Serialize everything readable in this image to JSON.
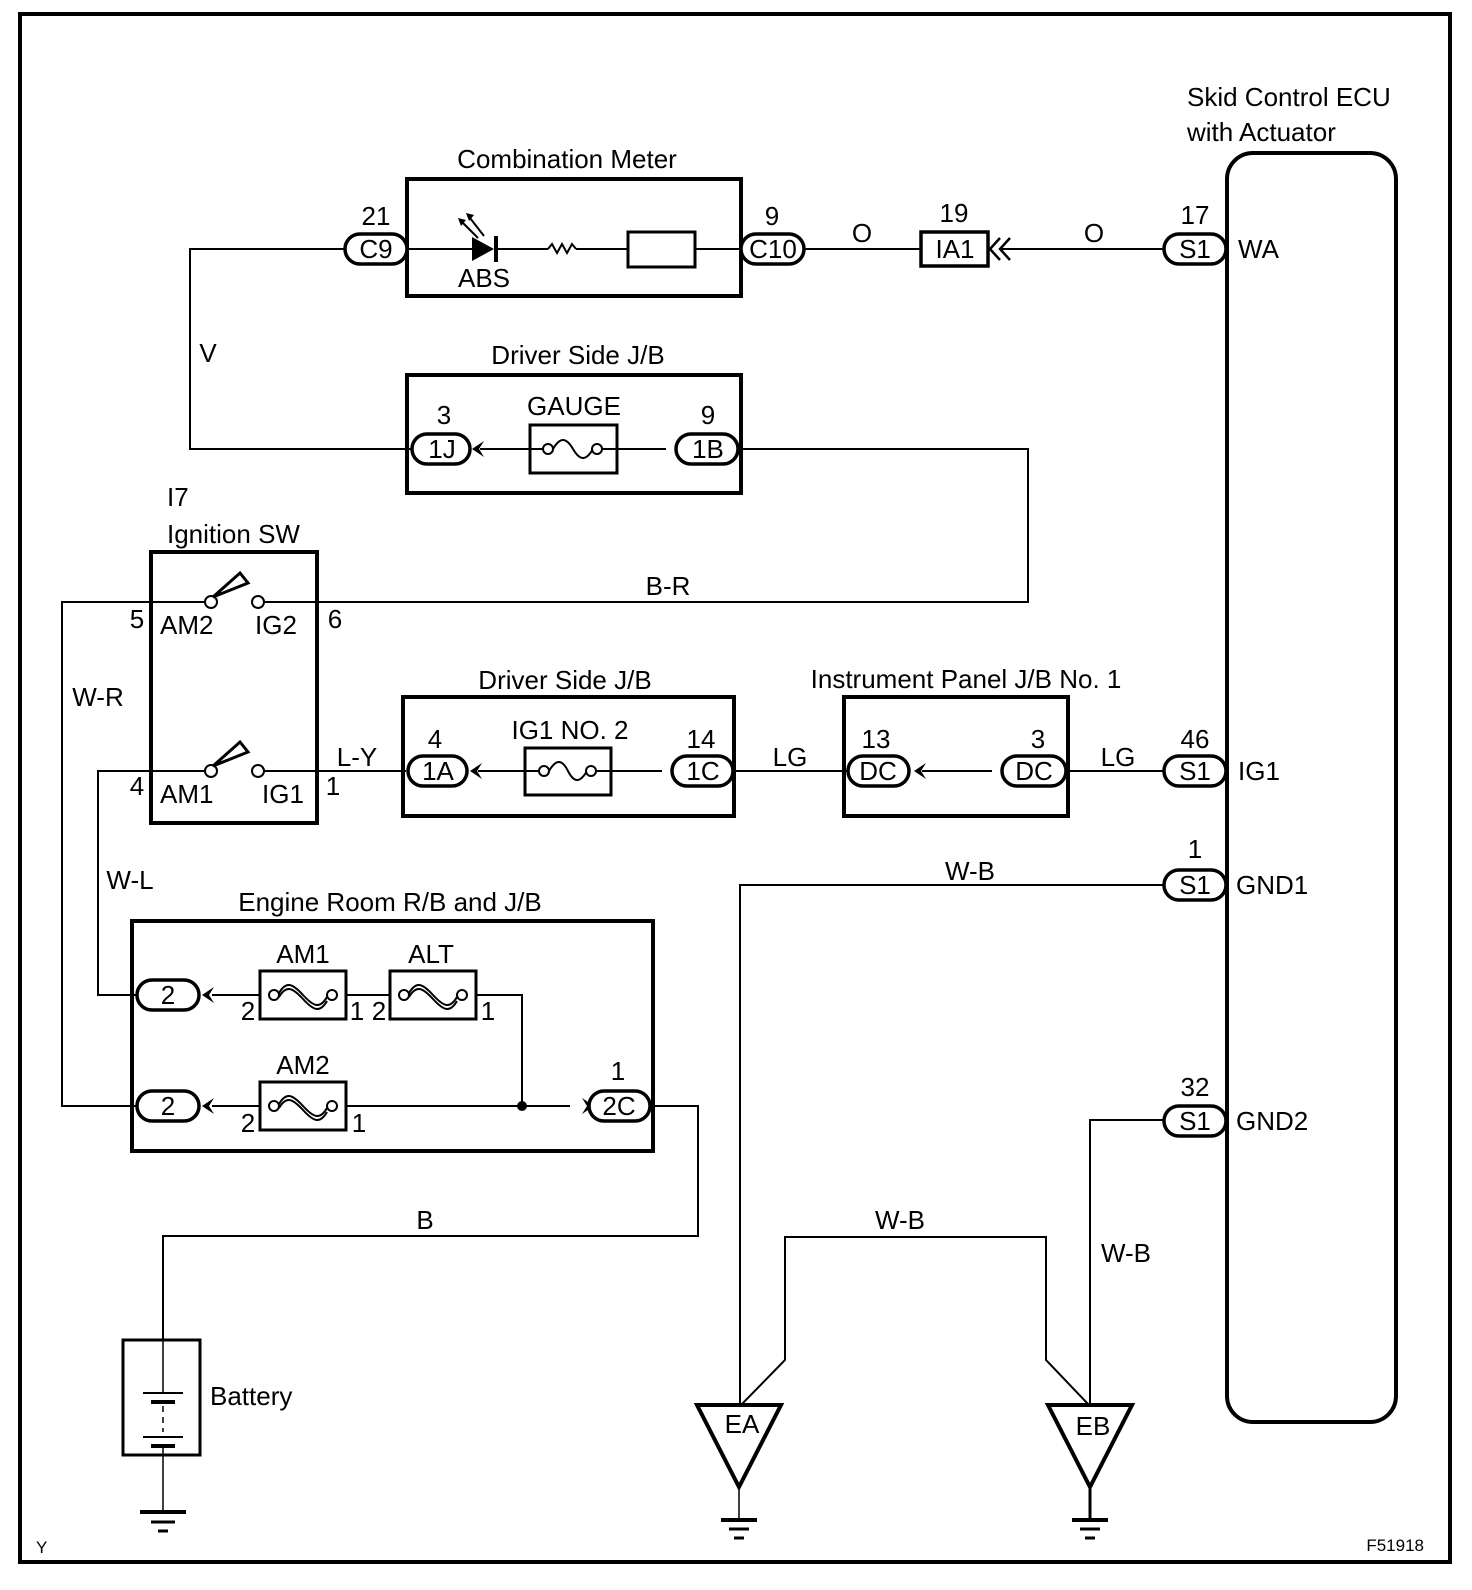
{
  "diagram": {
    "figure_id": "F51918",
    "corner_mark": "Y",
    "components": {
      "combination_meter": {
        "title": "Combination Meter",
        "indicator_label": "ABS",
        "left_connector": {
          "pin": "21",
          "code": "C9"
        },
        "right_connector": {
          "pin": "9",
          "code": "C10"
        }
      },
      "ia1_connector": {
        "pin": "19",
        "code": "IA1"
      },
      "ecu": {
        "title_line1": "Skid Control ECU",
        "title_line2": "with Actuator",
        "terminals": [
          {
            "pin": "17",
            "code": "S1",
            "name": "WA"
          },
          {
            "pin": "46",
            "code": "S1",
            "name": "IG1"
          },
          {
            "pin": "1",
            "code": "S1",
            "name": "GND1"
          },
          {
            "pin": "32",
            "code": "S1",
            "name": "GND2"
          }
        ]
      },
      "driver_jb_gauge": {
        "title": "Driver Side J/B",
        "fuse": "GAUGE",
        "left_connector": {
          "pin": "3",
          "code": "1J"
        },
        "right_connector": {
          "pin": "9",
          "code": "1B"
        }
      },
      "ignition_switch": {
        "id": "I7",
        "title": "Ignition SW",
        "pins": {
          "am2": "5",
          "ig2": "6",
          "am1": "4",
          "ig1": "1"
        },
        "labels": {
          "am2": "AM2",
          "ig2": "IG2",
          "am1": "AM1",
          "ig1": "IG1"
        }
      },
      "driver_jb_ig1": {
        "title": "Driver Side J/B",
        "fuse": "IG1 NO. 2",
        "left_connector": {
          "pin": "4",
          "code": "1A"
        },
        "right_connector": {
          "pin": "14",
          "code": "1C"
        }
      },
      "instrument_panel_jb": {
        "title": "Instrument Panel J/B No. 1",
        "left_connector": {
          "pin": "13",
          "code": "DC"
        },
        "right_connector": {
          "pin": "3",
          "code": "DC"
        }
      },
      "engine_room_rb": {
        "title": "Engine Room R/B and J/B",
        "fuses": [
          {
            "name": "AM1",
            "pin_left": "2",
            "pin_right": "1"
          },
          {
            "name": "ALT",
            "pin_left": "2",
            "pin_right": "1"
          },
          {
            "name": "AM2",
            "pin_left": "2",
            "pin_right": "1"
          }
        ],
        "connector_top": {
          "code": "2"
        },
        "connector_bottom": {
          "code": "2"
        },
        "connector_right": {
          "pin": "1",
          "code": "2C"
        }
      },
      "battery": {
        "label": "Battery"
      },
      "grounds": [
        {
          "label": "EA"
        },
        {
          "label": "EB"
        }
      ]
    },
    "wire_colors": {
      "c9_to_1j": "V",
      "c10_to_ia1": "O",
      "ia1_to_wa": "O",
      "b_r": "B-R",
      "w_r": "W-R",
      "l_y": "L-Y",
      "lg1": "LG",
      "lg2": "LG",
      "w_l": "W-L",
      "gnd1": "W-B",
      "gnd_bridge": "W-B",
      "gnd2": "W-B",
      "battery": "B"
    }
  }
}
